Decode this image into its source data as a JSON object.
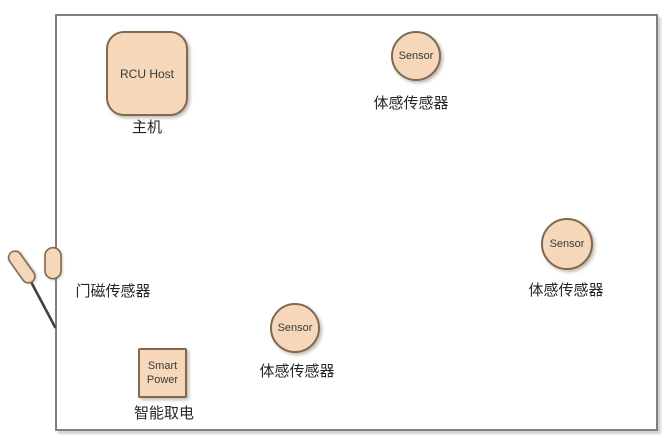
{
  "diagram": {
    "type": "room-device-layout",
    "colors": {
      "device_fill": "#F6D7BA",
      "device_border": "#7E6951",
      "room_border": "#7F7F7F",
      "door_line": "#404040",
      "label_text": "#262626"
    },
    "rcu_host": {
      "text": "RCU Host",
      "label": "主机"
    },
    "sensor_top": {
      "text": "Sensor",
      "label": "体感传感器"
    },
    "sensor_right": {
      "text": "Sensor",
      "label": "体感传感器"
    },
    "sensor_middle": {
      "text": "Sensor",
      "label": "体感传感器"
    },
    "door_sensor": {
      "label": "门磁传感器"
    },
    "smart_power": {
      "line1": "Smart",
      "line2": "Power",
      "label": "智能取电"
    }
  }
}
